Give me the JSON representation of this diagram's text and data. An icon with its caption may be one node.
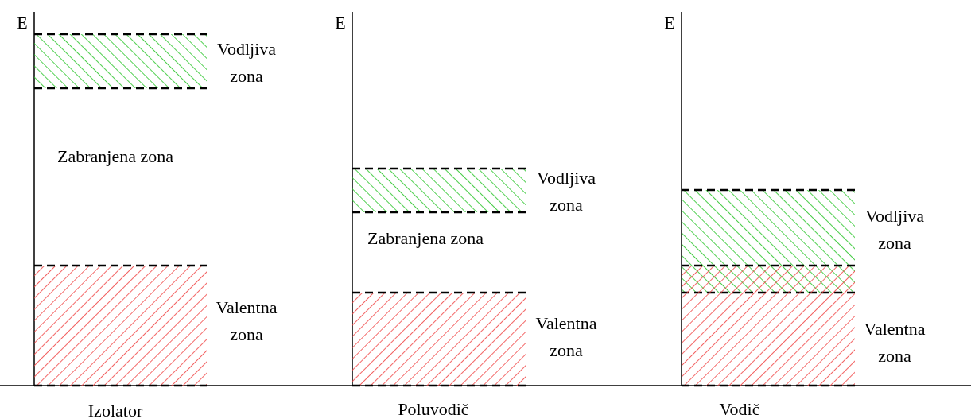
{
  "diagram": {
    "nodes": [
      {
        "text": [],
        "shape": "box",
        "beside": [
          "Vodljiva zona"
        ]
      },
      {
        "text": [],
        "shape": "box",
        "beside": [
          "Valentna zona"
        ]
      },
      {
        "text": [],
        "shape": "box",
        "beside": [
          "Vodljiva zona"
        ]
      },
      {
        "text": [],
        "shape": "box",
        "beside": [
          "Valentna zona"
        ]
      },
      {
        "text": [],
        "shape": "box",
        "beside": [
          "Vodljiva zona"
        ]
      },
      {
        "text": [],
        "shape": "box",
        "beside": [
          "Valentna zona"
        ]
      }
    ],
    "edges": [],
    "labels": [
      "E",
      "E",
      "E",
      "Zabranjena zona",
      "Zabranjena zona",
      "Izolator",
      "Poluvodič",
      "Vodič"
    ]
  }
}
